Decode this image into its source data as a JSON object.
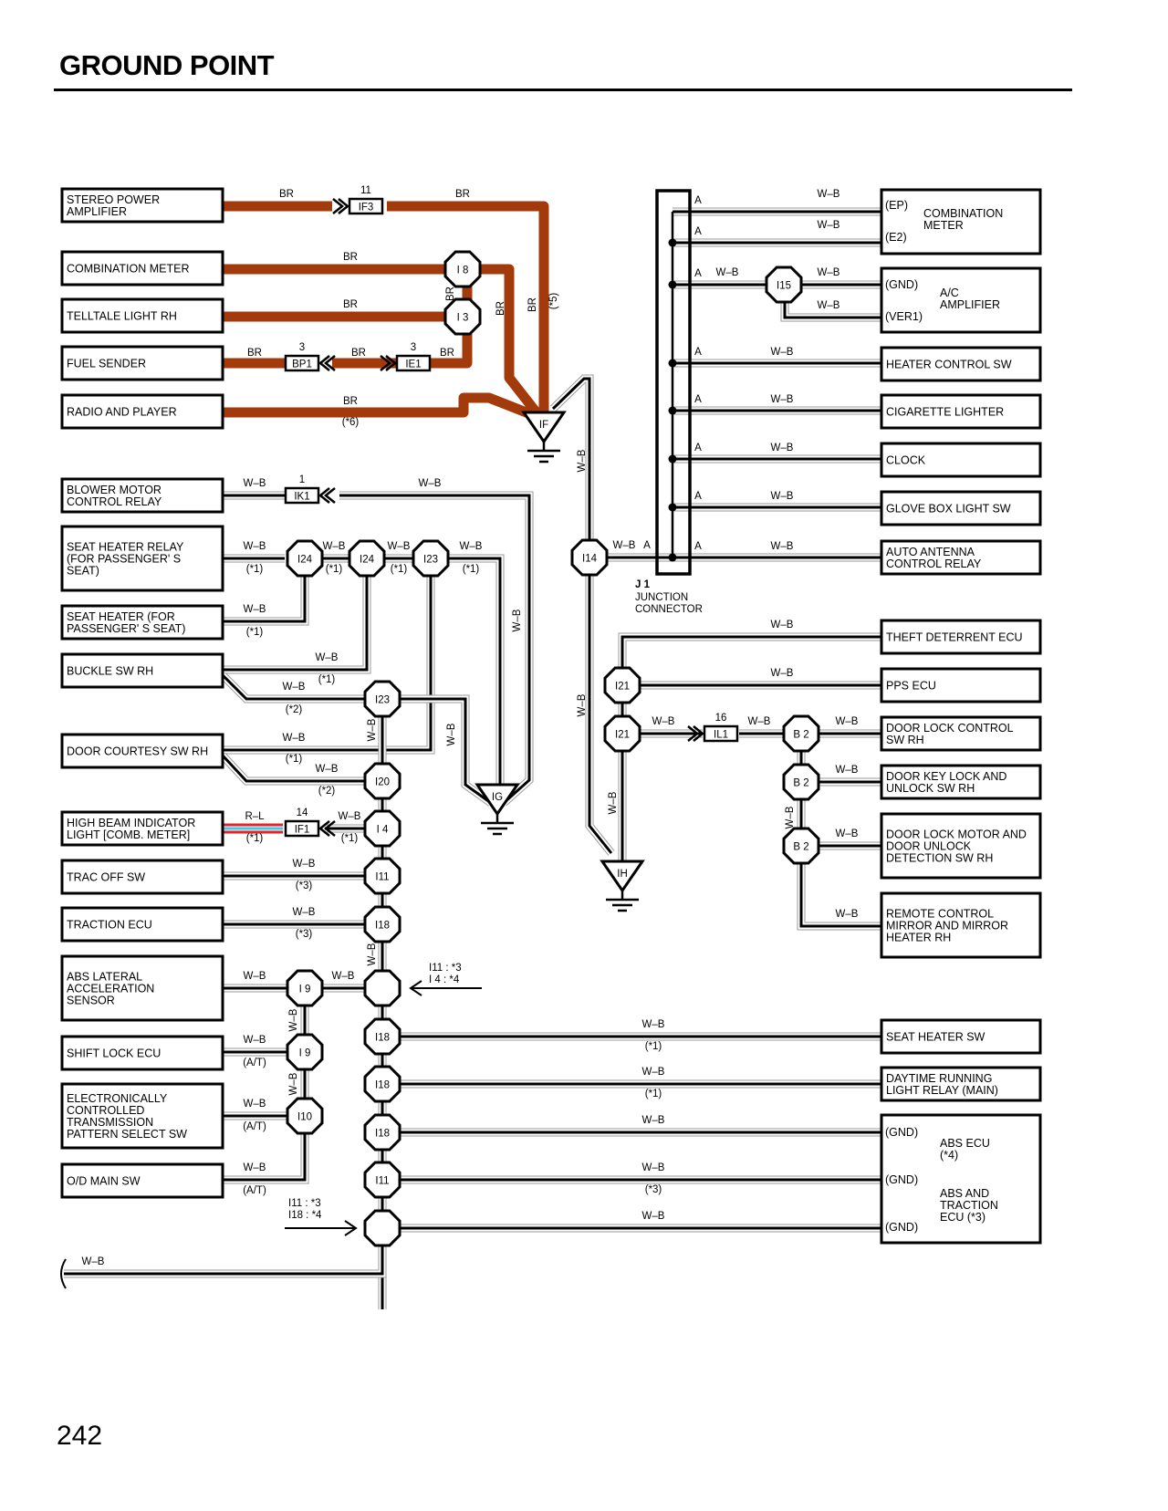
{
  "page": {
    "title": "GROUND POINT",
    "page_number": "242"
  },
  "colors": {
    "br_wire": "#a33a0c",
    "wb_wire": "#000000",
    "wb_outline": "#9a9a9a",
    "rl_red": "#e0262a",
    "rl_blue": "#42c8e6"
  },
  "left_components": [
    {
      "id": "stereo",
      "lines": [
        "STEREO POWER",
        "AMPLIFIER"
      ]
    },
    {
      "id": "combmeter",
      "lines": [
        "COMBINATION METER"
      ]
    },
    {
      "id": "telltale",
      "lines": [
        "TELLTALE LIGHT RH"
      ]
    },
    {
      "id": "fuel",
      "lines": [
        "FUEL SENDER"
      ]
    },
    {
      "id": "radio",
      "lines": [
        "RADIO AND PLAYER"
      ]
    },
    {
      "id": "blower",
      "lines": [
        "BLOWER MOTOR",
        "CONTROL RELAY"
      ]
    },
    {
      "id": "seatrelay",
      "lines": [
        "SEAT HEATER RELAY",
        "(FOR PASSENGER' S",
        " SEAT)"
      ]
    },
    {
      "id": "seatheater",
      "lines": [
        "SEAT HEATER (FOR",
        "PASSENGER' S SEAT)"
      ]
    },
    {
      "id": "buckle",
      "lines": [
        "BUCKLE SW RH"
      ]
    },
    {
      "id": "doorcourtesy",
      "lines": [
        "DOOR COURTESY SW RH"
      ]
    },
    {
      "id": "highbeam",
      "lines": [
        "HIGH BEAM INDICATOR",
        "LIGHT [COMB.  METER]"
      ]
    },
    {
      "id": "tracoff",
      "lines": [
        "TRAC OFF SW"
      ]
    },
    {
      "id": "tractionecu",
      "lines": [
        "TRACTION ECU"
      ]
    },
    {
      "id": "abslat",
      "lines": [
        "ABS LATERAL",
        "ACCELERATION",
        "SENSOR"
      ]
    },
    {
      "id": "shiftlock",
      "lines": [
        "SHIFT LOCK ECU"
      ]
    },
    {
      "id": "ectpattern",
      "lines": [
        "ELECTRONICALLY",
        "CONTROLLED",
        "TRANSMISSION",
        "PATTERN SELECT SW"
      ]
    },
    {
      "id": "odmain",
      "lines": [
        "O/D MAIN SW"
      ]
    }
  ],
  "right_components": [
    {
      "id": "combmeter_r",
      "title": [
        "COMBINATION",
        "METER"
      ],
      "pins": [
        "(EP)",
        "(E2)"
      ]
    },
    {
      "id": "acamp",
      "title": [
        "A/C",
        "AMPLIFIER"
      ],
      "pins": [
        "(GND)",
        "(VER1)"
      ]
    },
    {
      "id": "heaterctrl",
      "lines": [
        "HEATER CONTROL SW"
      ]
    },
    {
      "id": "cigar",
      "lines": [
        "CIGARETTE LIGHTER"
      ]
    },
    {
      "id": "clock",
      "lines": [
        "CLOCK"
      ]
    },
    {
      "id": "glovebox",
      "lines": [
        "GLOVE BOX LIGHT SW"
      ]
    },
    {
      "id": "autoantenna",
      "lines": [
        "AUTO ANTENNA",
        "CONTROL RELAY"
      ]
    },
    {
      "id": "theft",
      "lines": [
        "THEFT DETERRENT ECU"
      ]
    },
    {
      "id": "pps",
      "lines": [
        "PPS ECU"
      ]
    },
    {
      "id": "doorlockctrl",
      "lines": [
        "DOOR LOCK CONTROL",
        "SW RH"
      ]
    },
    {
      "id": "doorkey",
      "lines": [
        "DOOR KEY LOCK AND",
        "UNLOCK SW RH"
      ]
    },
    {
      "id": "doorlockmotor",
      "lines": [
        "DOOR LOCK MOTOR AND",
        "DOOR UNLOCK",
        "DETECTION SW RH"
      ]
    },
    {
      "id": "remotemirror",
      "lines": [
        "REMOTE CONTROL",
        "MIRROR AND MIRROR",
        "HEATER RH"
      ]
    },
    {
      "id": "seatheatersw",
      "lines": [
        "SEAT HEATER SW"
      ]
    },
    {
      "id": "drl",
      "lines": [
        "DAYTIME RUNNING",
        "LIGHT RELAY (MAIN)"
      ]
    },
    {
      "id": "absecu",
      "title1": [
        "ABS ECU",
        "(*4)"
      ],
      "title2": [
        "ABS AND",
        "TRACTION",
        "ECU (*3)"
      ],
      "pins": [
        "(GND)",
        "(GND)",
        "(GND)"
      ]
    }
  ],
  "junction_connector": {
    "id": "J 1",
    "name": [
      "JUNCTION",
      "CONNECTOR"
    ],
    "pin_label": "A"
  },
  "ground_points": [
    "IF",
    "IG",
    "IH"
  ],
  "splices": {
    "i8": "I 8",
    "i3": "I 3",
    "i15": "I15",
    "i14": "I14",
    "i24a": "I24",
    "i24b": "I24",
    "i23a": "I23",
    "i23b": "I23",
    "i20": "I20",
    "i4": "I 4",
    "i11a": "I11",
    "i18a": "I18",
    "blank1": "",
    "i9a": "I 9",
    "i9b": "I 9",
    "i10": "I10",
    "i18b": "I18",
    "i18c": "I18",
    "i18d": "I18",
    "i11b": "I11",
    "blank2": "",
    "i21a": "I21",
    "i21b": "I21",
    "b2a": "B 2",
    "b2b": "B 2",
    "b2c": "B 2"
  },
  "inline_connectors": {
    "if3": {
      "name": "IF3",
      "pin": "11"
    },
    "bp1": {
      "name": "BP1",
      "pin": "3"
    },
    "ie1": {
      "name": "IE1",
      "pin": "3"
    },
    "ik1": {
      "name": "IK1",
      "pin": "1"
    },
    "if1": {
      "name": "IF1",
      "pin": "14"
    },
    "il1": {
      "name": "IL1",
      "pin": "16"
    }
  },
  "wire_labels": {
    "br": "BR",
    "wb": "W–B",
    "rl": "R–L",
    "a": "A",
    "n1": "(*1)",
    "n2": "(*2)",
    "n3": "(*3)",
    "n5": "(*5)",
    "n6": "(*6)",
    "at": "(A/T)"
  },
  "notes": {
    "blank1": [
      "I11 : *3",
      "I 4 : *4"
    ],
    "blank2": [
      "I11 : *3",
      "I18 : *4"
    ]
  }
}
